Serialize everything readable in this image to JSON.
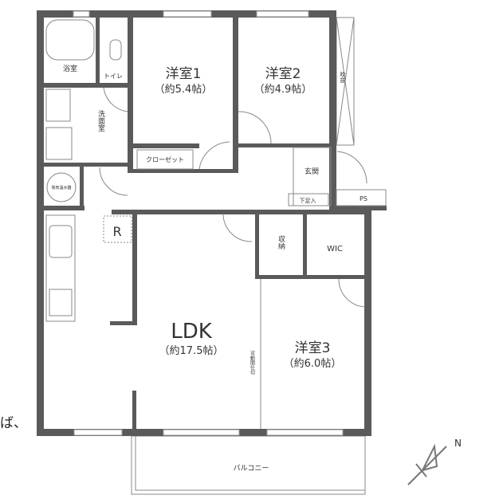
{
  "rooms": {
    "western1": {
      "name": "洋室1",
      "size": "（約5.4帖）"
    },
    "western2": {
      "name": "洋室2",
      "size": "（約4.9帖）"
    },
    "western3": {
      "name": "洋室3",
      "size": "（約6.0帖）"
    },
    "ldk": {
      "name": "LDK",
      "size": "（約17.5帖）"
    },
    "bath": "浴室",
    "toilet": "トイレ",
    "washroom": "洗面室",
    "closet": "クローゼット",
    "entrance": "玄関",
    "shoe_storage": "下足入",
    "ps": "PS",
    "void": "吹抜",
    "storage": "収納",
    "wic": "WIC",
    "water_heater": "電気温水器",
    "partition": "可動間仕切",
    "refrigerator": "R",
    "balcony": "バルコニー"
  },
  "compass": "N",
  "side_text": "ば、",
  "colors": {
    "wall": "#5a5a5a",
    "line": "#888888"
  }
}
